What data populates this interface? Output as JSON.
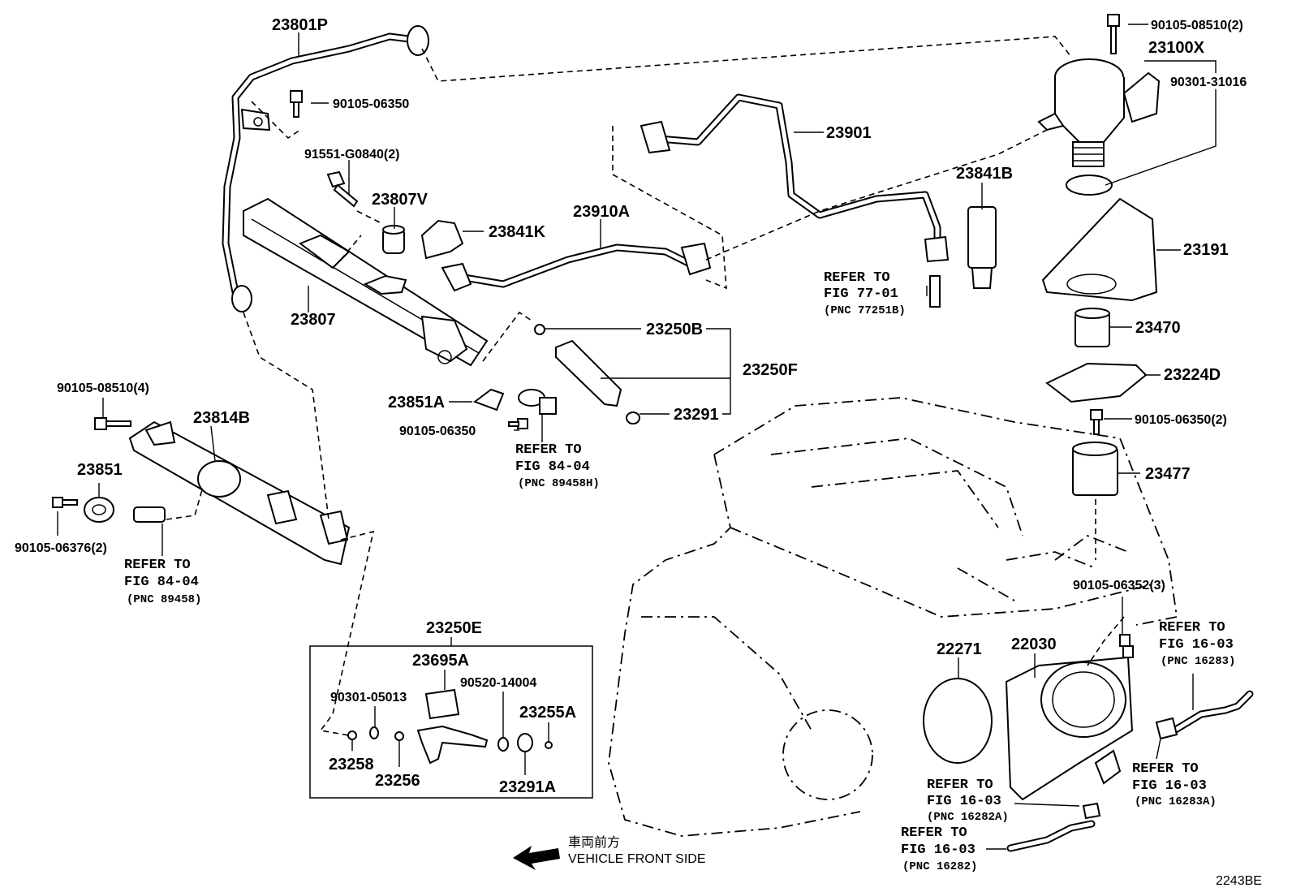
{
  "labels": {
    "p23801P": "23801P",
    "p90105_06350_a": "90105-06350",
    "p91551_G0840": "91551-G0840(2)",
    "p23807V": "23807V",
    "p23841K": "23841K",
    "p23807": "23807",
    "p23910A": "23910A",
    "p23901": "23901",
    "p90105_08510_2": "90105-08510(2)",
    "p23100X": "23100X",
    "p90301_31016": "90301-31016",
    "p23841B": "23841B",
    "p23191": "23191",
    "p23470": "23470",
    "p23224D": "23224D",
    "p90105_06350_2": "90105-06350(2)",
    "p23477": "23477",
    "p23250B": "23250B",
    "p23250F": "23250F",
    "p23291": "23291",
    "p23851A": "23851A",
    "p90105_06350_b": "90105-06350",
    "p90105_08510_4": "90105-08510(4)",
    "p23814B": "23814B",
    "p23851": "23851",
    "p90105_06376": "90105-06376(2)",
    "p23250E": "23250E",
    "p23695A": "23695A",
    "p90301_05013": "90301-05013",
    "p90520_14004": "90520-14004",
    "p23255A": "23255A",
    "p23258": "23258",
    "p23256": "23256",
    "p23291A": "23291A",
    "p22271": "22271",
    "p22030": "22030",
    "p90105_06352": "90105-06352(3)"
  },
  "refs": {
    "r77_01": {
      "l1": "REFER TO",
      "l2": "FIG 77-01",
      "pnc": "(PNC 77251B)"
    },
    "r84_04_a": {
      "l1": "REFER TO",
      "l2": "FIG 84-04",
      "pnc": "(PNC 89458H)"
    },
    "r84_04_b": {
      "l1": "REFER TO",
      "l2": "FIG 84-04",
      "pnc": "(PNC 89458)"
    },
    "r16_03_a": {
      "l1": "REFER TO",
      "l2": "FIG 16-03",
      "pnc": "(PNC 16283)"
    },
    "r16_03_b": {
      "l1": "REFER TO",
      "l2": "FIG 16-03",
      "pnc": "(PNC 16283A)"
    },
    "r16_03_c": {
      "l1": "REFER TO",
      "l2": "FIG 16-03",
      "pnc": "(PNC 16282A)"
    },
    "r16_03_d": {
      "l1": "REFER TO",
      "l2": "FIG 16-03",
      "pnc": "(PNC 16282)"
    }
  },
  "front": {
    "jp": "車両前方",
    "en": "VEHICLE FRONT SIDE"
  },
  "figure_id": "2243BE"
}
